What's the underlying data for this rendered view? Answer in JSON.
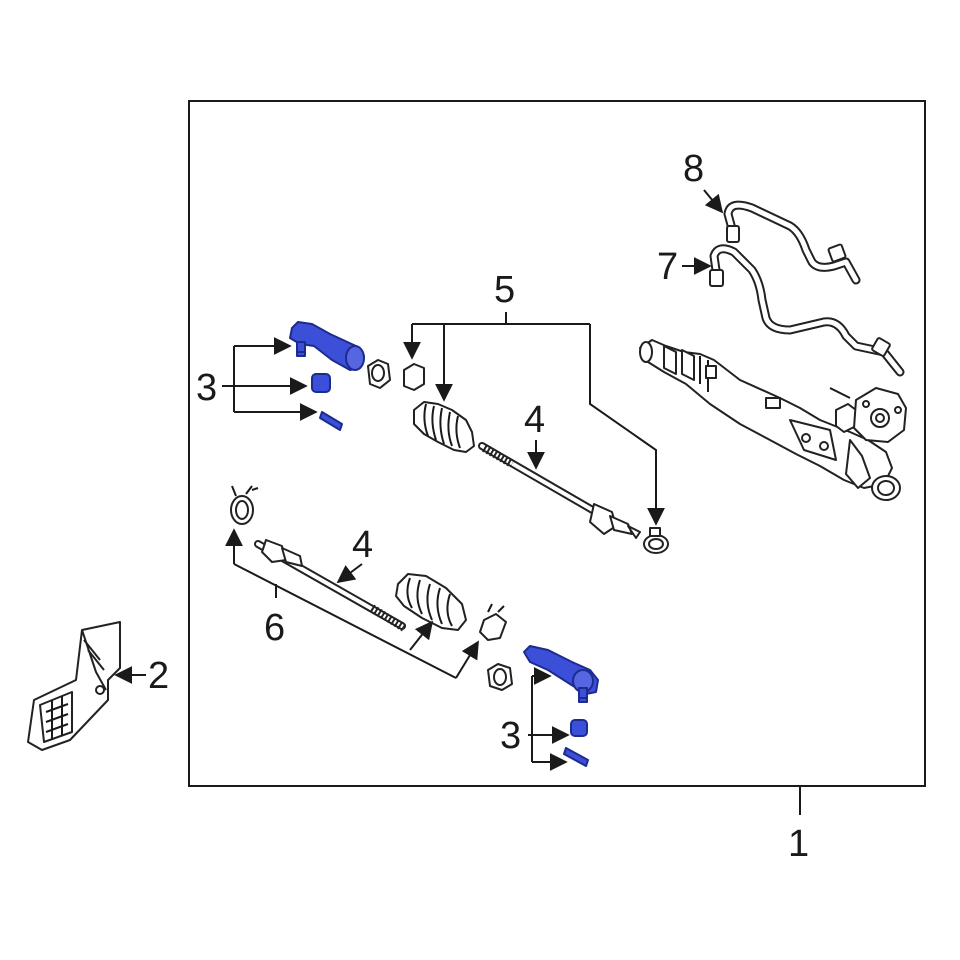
{
  "diagram": {
    "callouts": {
      "assembly": "1",
      "shield": "2",
      "tie_rod_end_upper": "3",
      "tie_rod_end_lower": "3",
      "inner_tie_rod_upper": "4",
      "inner_tie_rod_lower": "4",
      "boot_kit": "5",
      "inner_rod_kit": "6",
      "pressure_line": "7",
      "return_line": "8"
    },
    "colors": {
      "highlight_fill": "#3b4fd8",
      "highlight_stroke": "#1d2b8f",
      "line": "#1a1a1a",
      "background": "#ffffff"
    }
  }
}
